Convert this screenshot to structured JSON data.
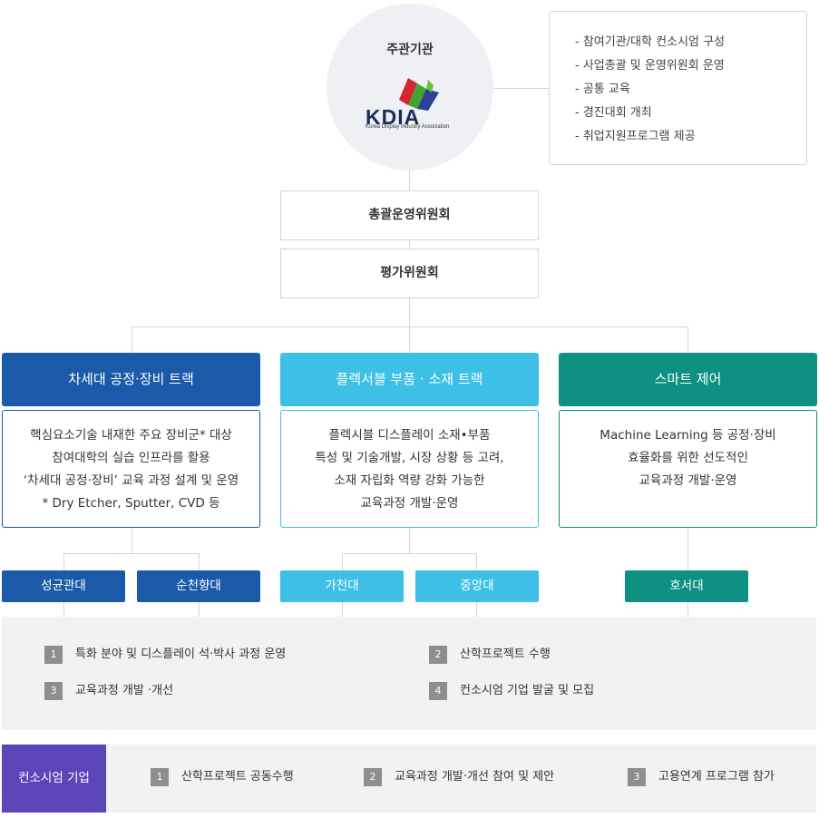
{
  "lead": {
    "title": "주관기관",
    "logo_word": "KDIA",
    "logo_sub": "Korea Display Industry Association"
  },
  "lead_roles": [
    "- 참여기관/대학 컨소시엄 구성",
    "- 사업총괄 및 운영위원회 운영",
    "- 공통 교육",
    "- 경진대회 개최",
    "- 취업지원프로그램 제공"
  ],
  "committees": [
    "총괄운영위원회",
    "평가위원회"
  ],
  "tracks": [
    {
      "title": "차세대 공정·장비 트랙",
      "lines": [
        "핵심요소기술 내재한 주요 장비군* 대상",
        "참여대학의 실습 인프라를 활용",
        "‘차세대 공정·장비’ 교육 과정 설계 및 운영",
        "* Dry Etcher, Sputter, CVD 등"
      ],
      "color": "#1a5aa8"
    },
    {
      "title": "플렉서블 부품 · 소재 트랙",
      "lines": [
        "플렉시블 디스플레이 소재•부품",
        "특성 및 기술개발, 시장 상황 등 고려,",
        "소재 자립화 역량 강화 가능한",
        "교육과정 개발·운영"
      ],
      "color": "#3dbfe6"
    },
    {
      "title": "스마트 제어",
      "lines": [
        "Machine Learning 등 공정·장비",
        "효율화를 위한 선도적인",
        "교육과정 개발·운영"
      ],
      "color": "#0e9182"
    }
  ],
  "universities": [
    "성균관대",
    "순천향대",
    "가천대",
    "중앙대",
    "호서대"
  ],
  "university_roles": [
    {
      "num": "1",
      "text": "특화 분야 및 디스플레이 석·박사 과정 운영"
    },
    {
      "num": "2",
      "text": "산학프로젝트 수행"
    },
    {
      "num": "3",
      "text": "교육과정 개발 ·개선"
    },
    {
      "num": "4",
      "text": "컨소시엄 기업 발굴 및 모집"
    }
  ],
  "consortium": {
    "label": "컨소시엄 기업",
    "roles": [
      {
        "num": "1",
        "text": "산학프로젝트 공동수행"
      },
      {
        "num": "2",
        "text": "교육과정 개발·개선 참여 및 제안"
      },
      {
        "num": "3",
        "text": "고용연계 프로그램 참가"
      }
    ]
  }
}
